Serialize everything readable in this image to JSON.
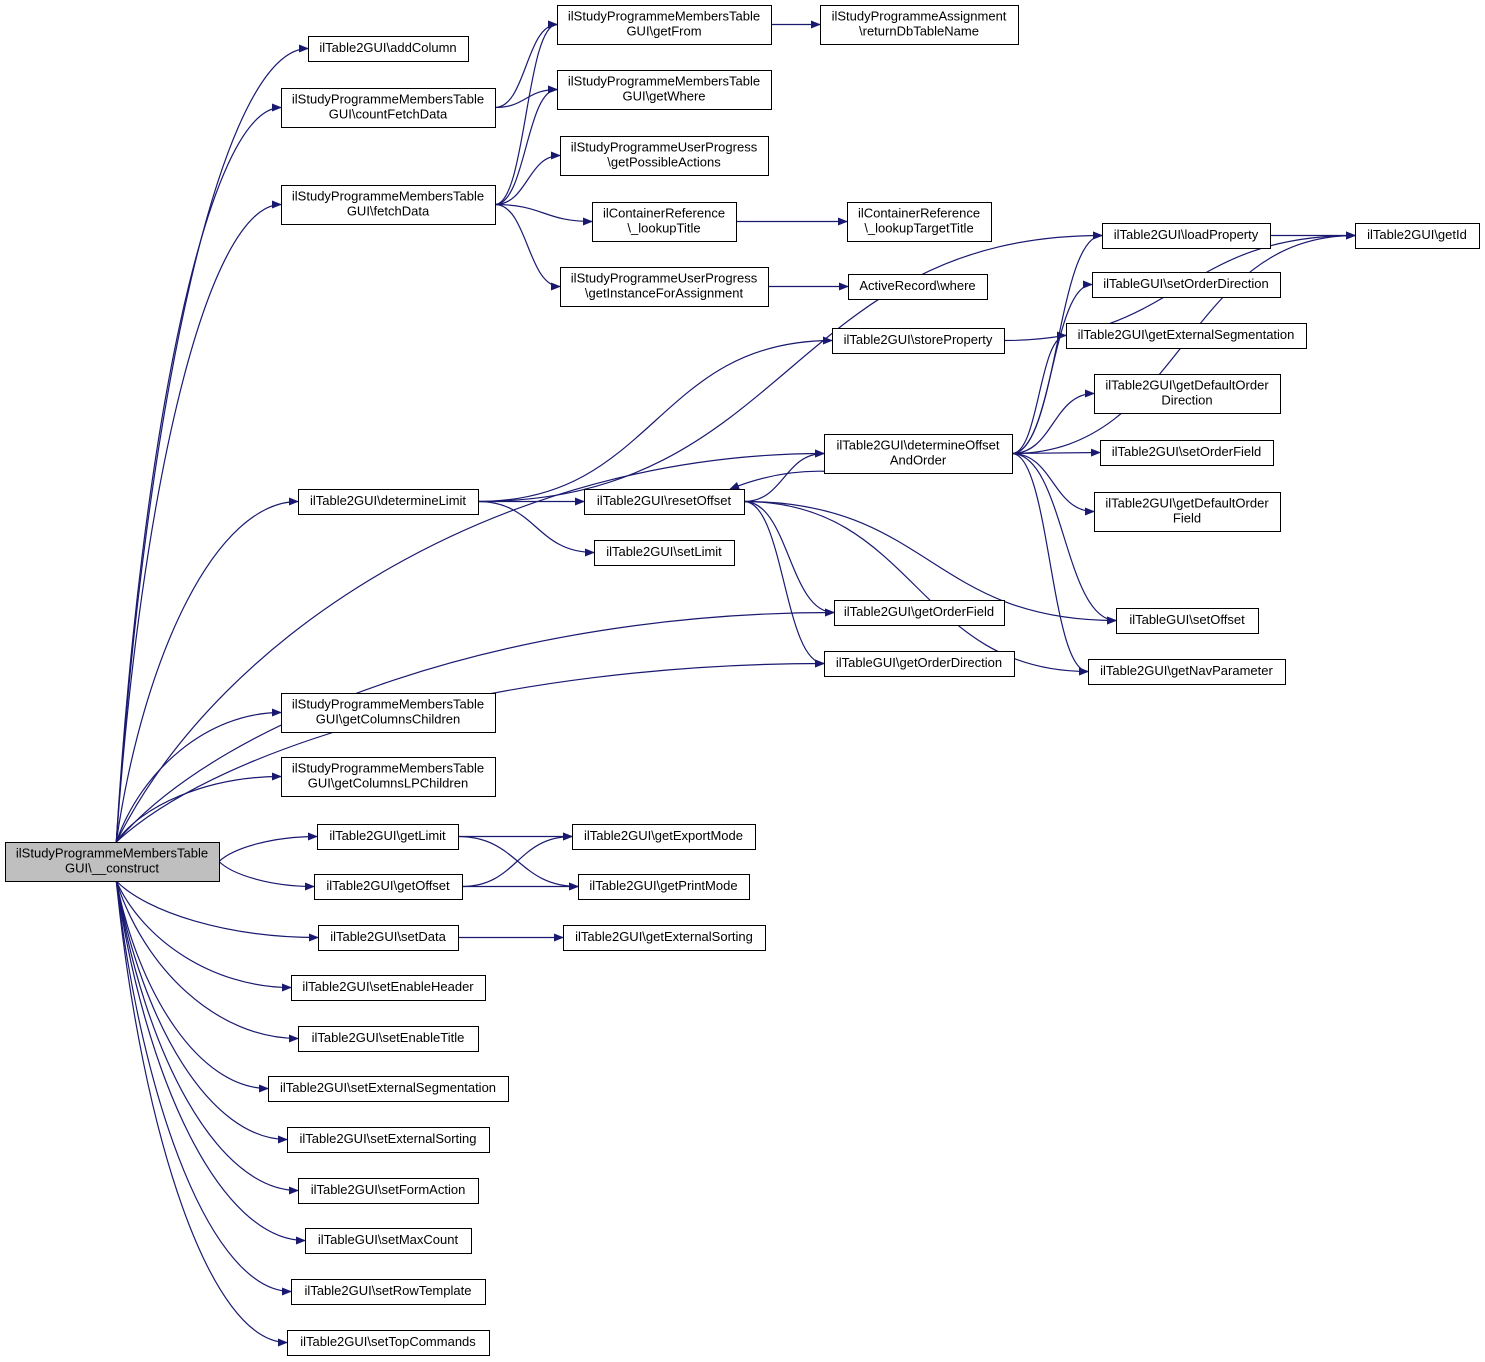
{
  "diagram": {
    "colors": {
      "edge": "#191970",
      "node_fill": "#ffffff",
      "root_fill": "#bfbfbf",
      "border": "#000000"
    },
    "nodes": [
      {
        "id": "root",
        "lines": [
          "ilStudyProgrammeMembersTable",
          "GUI\\__construct"
        ],
        "root": true
      },
      {
        "id": "addColumn",
        "lines": [
          "ilTable2GUI\\addColumn"
        ]
      },
      {
        "id": "countFetchData",
        "lines": [
          "ilStudyProgrammeMembersTable",
          "GUI\\countFetchData"
        ]
      },
      {
        "id": "fetchData",
        "lines": [
          "ilStudyProgrammeMembersTable",
          "GUI\\fetchData"
        ]
      },
      {
        "id": "determineLimit",
        "lines": [
          "ilTable2GUI\\determineLimit"
        ]
      },
      {
        "id": "getColumnsChildren",
        "lines": [
          "ilStudyProgrammeMembersTable",
          "GUI\\getColumnsChildren"
        ]
      },
      {
        "id": "getColumnsLPChildren",
        "lines": [
          "ilStudyProgrammeMembersTable",
          "GUI\\getColumnsLPChildren"
        ]
      },
      {
        "id": "getLimit",
        "lines": [
          "ilTable2GUI\\getLimit"
        ]
      },
      {
        "id": "getOffset",
        "lines": [
          "ilTable2GUI\\getOffset"
        ]
      },
      {
        "id": "setData",
        "lines": [
          "ilTable2GUI\\setData"
        ]
      },
      {
        "id": "setEnableHeader",
        "lines": [
          "ilTable2GUI\\setEnableHeader"
        ]
      },
      {
        "id": "setEnableTitle",
        "lines": [
          "ilTable2GUI\\setEnableTitle"
        ]
      },
      {
        "id": "setExternalSegmentation",
        "lines": [
          "ilTable2GUI\\setExternalSegmentation"
        ]
      },
      {
        "id": "setExternalSorting",
        "lines": [
          "ilTable2GUI\\setExternalSorting"
        ]
      },
      {
        "id": "setFormAction",
        "lines": [
          "ilTable2GUI\\setFormAction"
        ]
      },
      {
        "id": "setMaxCount",
        "lines": [
          "ilTableGUI\\setMaxCount"
        ]
      },
      {
        "id": "setRowTemplate",
        "lines": [
          "ilTable2GUI\\setRowTemplate"
        ]
      },
      {
        "id": "setTopCommands",
        "lines": [
          "ilTable2GUI\\setTopCommands"
        ]
      },
      {
        "id": "getFrom",
        "lines": [
          "ilStudyProgrammeMembersTable",
          "GUI\\getFrom"
        ]
      },
      {
        "id": "getWhere",
        "lines": [
          "ilStudyProgrammeMembersTable",
          "GUI\\getWhere"
        ]
      },
      {
        "id": "getPossibleActions",
        "lines": [
          "ilStudyProgrammeUserProgress",
          "\\getPossibleActions"
        ]
      },
      {
        "id": "lookupTitle",
        "lines": [
          "ilContainerReference",
          "\\_lookupTitle"
        ]
      },
      {
        "id": "getInstanceForAssignment",
        "lines": [
          "ilStudyProgrammeUserProgress",
          "\\getInstanceForAssignment"
        ]
      },
      {
        "id": "resetOffset",
        "lines": [
          "ilTable2GUI\\resetOffset"
        ]
      },
      {
        "id": "setLimit",
        "lines": [
          "ilTable2GUI\\setLimit"
        ]
      },
      {
        "id": "getExportMode",
        "lines": [
          "ilTable2GUI\\getExportMode"
        ]
      },
      {
        "id": "getPrintMode",
        "lines": [
          "ilTable2GUI\\getPrintMode"
        ]
      },
      {
        "id": "getExternalSorting",
        "lines": [
          "ilTable2GUI\\getExternalSorting"
        ]
      },
      {
        "id": "returnDbTableName",
        "lines": [
          "ilStudyProgrammeAssignment",
          "\\returnDbTableName"
        ]
      },
      {
        "id": "lookupTargetTitle",
        "lines": [
          "ilContainerReference",
          "\\_lookupTargetTitle"
        ]
      },
      {
        "id": "where",
        "lines": [
          "ActiveRecord\\where"
        ]
      },
      {
        "id": "storeProperty",
        "lines": [
          "ilTable2GUI\\storeProperty"
        ]
      },
      {
        "id": "determineOffsetAndOrder",
        "lines": [
          "ilTable2GUI\\determineOffset",
          "AndOrder"
        ]
      },
      {
        "id": "getOrderField",
        "lines": [
          "ilTable2GUI\\getOrderField"
        ]
      },
      {
        "id": "getOrderDirection",
        "lines": [
          "ilTableGUI\\getOrderDirection"
        ]
      },
      {
        "id": "loadProperty",
        "lines": [
          "ilTable2GUI\\loadProperty"
        ]
      },
      {
        "id": "setOrderDirection",
        "lines": [
          "ilTableGUI\\setOrderDirection"
        ]
      },
      {
        "id": "getExternalSegmentation",
        "lines": [
          "ilTable2GUI\\getExternalSegmentation"
        ]
      },
      {
        "id": "getDefaultOrderDirection",
        "lines": [
          "ilTable2GUI\\getDefaultOrder",
          "Direction"
        ]
      },
      {
        "id": "setOrderField",
        "lines": [
          "ilTable2GUI\\setOrderField"
        ]
      },
      {
        "id": "getDefaultOrderField",
        "lines": [
          "ilTable2GUI\\getDefaultOrder",
          "Field"
        ]
      },
      {
        "id": "setOffset",
        "lines": [
          "ilTableGUI\\setOffset"
        ]
      },
      {
        "id": "getNavParameter",
        "lines": [
          "ilTable2GUI\\getNavParameter"
        ]
      },
      {
        "id": "getId",
        "lines": [
          "ilTable2GUI\\getId"
        ]
      }
    ],
    "edges": [
      [
        "root",
        "addColumn"
      ],
      [
        "root",
        "countFetchData"
      ],
      [
        "root",
        "fetchData"
      ],
      [
        "root",
        "determineOffsetAndOrder"
      ],
      [
        "root",
        "determineLimit"
      ],
      [
        "root",
        "getOrderField"
      ],
      [
        "root",
        "getOrderDirection"
      ],
      [
        "root",
        "getColumnsChildren"
      ],
      [
        "root",
        "getColumnsLPChildren"
      ],
      [
        "root",
        "getLimit"
      ],
      [
        "root",
        "getOffset"
      ],
      [
        "root",
        "setData"
      ],
      [
        "root",
        "setEnableHeader"
      ],
      [
        "root",
        "setEnableTitle"
      ],
      [
        "root",
        "setExternalSegmentation"
      ],
      [
        "root",
        "setExternalSorting"
      ],
      [
        "root",
        "setFormAction"
      ],
      [
        "root",
        "setMaxCount"
      ],
      [
        "root",
        "setRowTemplate"
      ],
      [
        "root",
        "setTopCommands"
      ],
      [
        "countFetchData",
        "getFrom"
      ],
      [
        "countFetchData",
        "getWhere"
      ],
      [
        "fetchData",
        "getFrom"
      ],
      [
        "fetchData",
        "getWhere"
      ],
      [
        "fetchData",
        "getPossibleActions"
      ],
      [
        "fetchData",
        "lookupTitle"
      ],
      [
        "fetchData",
        "getInstanceForAssignment"
      ],
      [
        "getFrom",
        "returnDbTableName"
      ],
      [
        "lookupTitle",
        "lookupTargetTitle"
      ],
      [
        "getInstanceForAssignment",
        "where"
      ],
      [
        "determineLimit",
        "storeProperty"
      ],
      [
        "determineLimit",
        "loadProperty"
      ],
      [
        "determineLimit",
        "resetOffset"
      ],
      [
        "determineLimit",
        "setLimit"
      ],
      [
        "storeProperty",
        "getId"
      ],
      [
        "loadProperty",
        "getId"
      ],
      [
        "resetOffset",
        "determineOffsetAndOrder"
      ],
      [
        "determineOffsetAndOrder",
        "resetOffset"
      ],
      [
        "resetOffset",
        "getOrderField"
      ],
      [
        "resetOffset",
        "getOrderDirection"
      ],
      [
        "resetOffset",
        "setOffset"
      ],
      [
        "resetOffset",
        "getNavParameter"
      ],
      [
        "determineOffsetAndOrder",
        "loadProperty"
      ],
      [
        "determineOffsetAndOrder",
        "setOrderDirection"
      ],
      [
        "determineOffsetAndOrder",
        "getExternalSegmentation"
      ],
      [
        "determineOffsetAndOrder",
        "getDefaultOrderDirection"
      ],
      [
        "determineOffsetAndOrder",
        "setOrderField"
      ],
      [
        "determineOffsetAndOrder",
        "getDefaultOrderField"
      ],
      [
        "determineOffsetAndOrder",
        "getId"
      ],
      [
        "determineOffsetAndOrder",
        "setOffset"
      ],
      [
        "determineOffsetAndOrder",
        "getNavParameter"
      ],
      [
        "getLimit",
        "getExportMode"
      ],
      [
        "getLimit",
        "getPrintMode"
      ],
      [
        "getOffset",
        "getExportMode"
      ],
      [
        "getOffset",
        "getPrintMode"
      ],
      [
        "setData",
        "getExternalSorting"
      ]
    ]
  }
}
